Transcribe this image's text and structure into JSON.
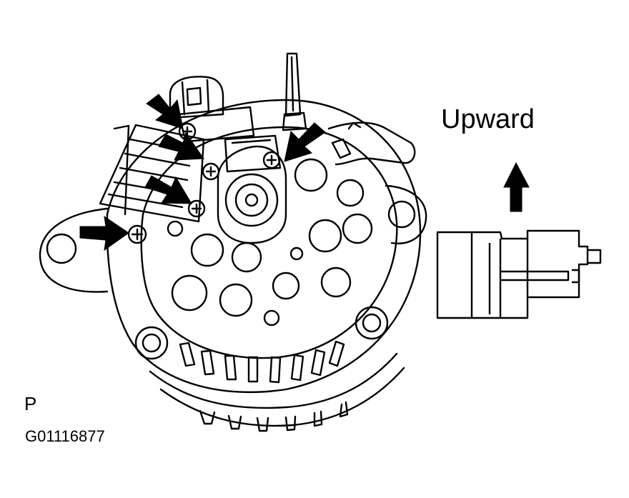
{
  "diagram": {
    "direction_label": "Upward",
    "view_letter": "P",
    "figure_code": "G01116877",
    "colors": {
      "line": "#000000",
      "background": "#ffffff"
    },
    "icons": [
      "screw-icon",
      "pointer-arrow-icon",
      "up-arrow-icon"
    ]
  }
}
